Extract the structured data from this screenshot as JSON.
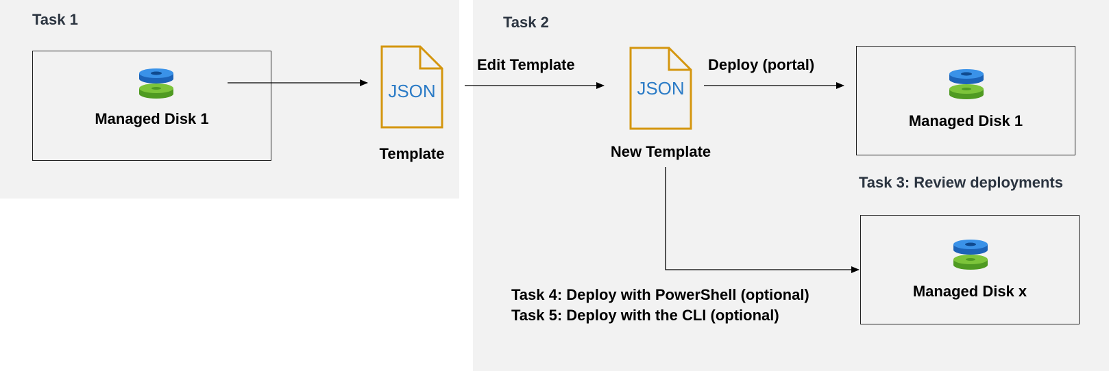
{
  "colors": {
    "panel_bg": "#f2f2f2",
    "json_outline": "#d4960f",
    "json_text": "#2b7bc6",
    "disk_top": "#2f87e0",
    "disk_bottom": "#6ab82f",
    "task_text": "#2b3440"
  },
  "icons": {
    "disk": "managed-disk-icon",
    "json": "json-file-icon"
  },
  "task1": {
    "title": "Task 1",
    "disk_label": "Managed Disk 1",
    "template_label": "Template",
    "json_text": "JSON"
  },
  "task2": {
    "title": "Task 2",
    "edit_label": "Edit Template",
    "deploy_label": "Deploy (portal)",
    "new_template_label": "New Template",
    "json_text": "JSON",
    "disk1_label": "Managed Disk 1",
    "task3": "Task 3: Review deployments",
    "diskx_label": "Managed Disk x",
    "task4": "Task 4: Deploy with PowerShell (optional)",
    "task5": "Task 5: Deploy with the CLI (optional)"
  }
}
